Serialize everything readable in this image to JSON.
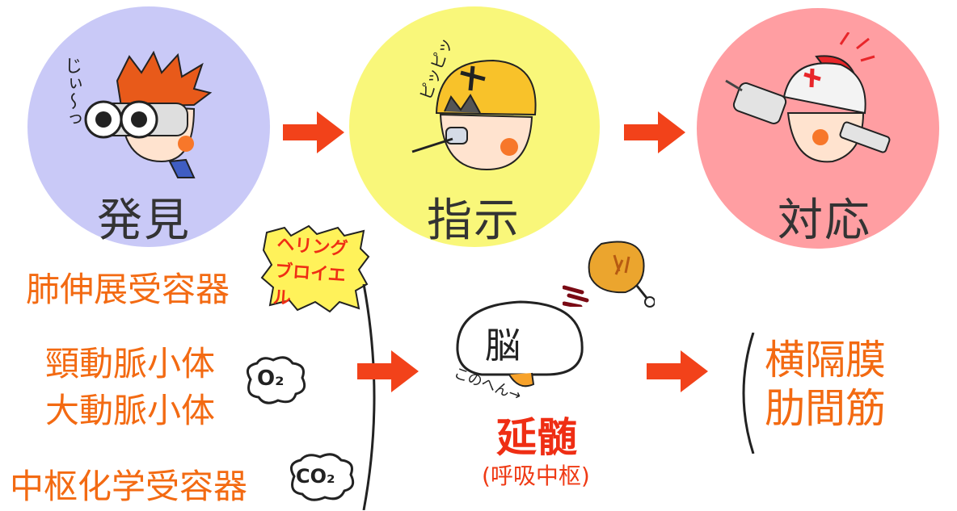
{
  "stages": [
    {
      "label": "発見",
      "color": "#c9c9f7"
    },
    {
      "label": "指示",
      "color": "#f9f77a"
    },
    {
      "label": "対応",
      "color": "#ff9ea2"
    }
  ],
  "sound_effects": {
    "stare": "じぃ〜っ",
    "whistle": "ピッピッ",
    "comedian": "ヘリングブロイエル",
    "konotan": "このへん→"
  },
  "receptors": [
    {
      "label": "肺伸展受容器"
    },
    {
      "label": "頸動脈小体"
    },
    {
      "label": "大動脈小体"
    },
    {
      "label": "中枢化学受容器"
    }
  ],
  "gas_bubbles": {
    "o2": "O₂",
    "co2": "CO₂"
  },
  "center": {
    "brain_label": "脳",
    "medulla": "延髄",
    "subtitle": "(呼吸中枢)"
  },
  "effectors": [
    {
      "label": "横隔膜"
    },
    {
      "label": "肋間筋"
    }
  ],
  "colors": {
    "arrow": "#f2421a",
    "label_orange": "#f36a12",
    "medulla_red": "#ef2e14"
  }
}
